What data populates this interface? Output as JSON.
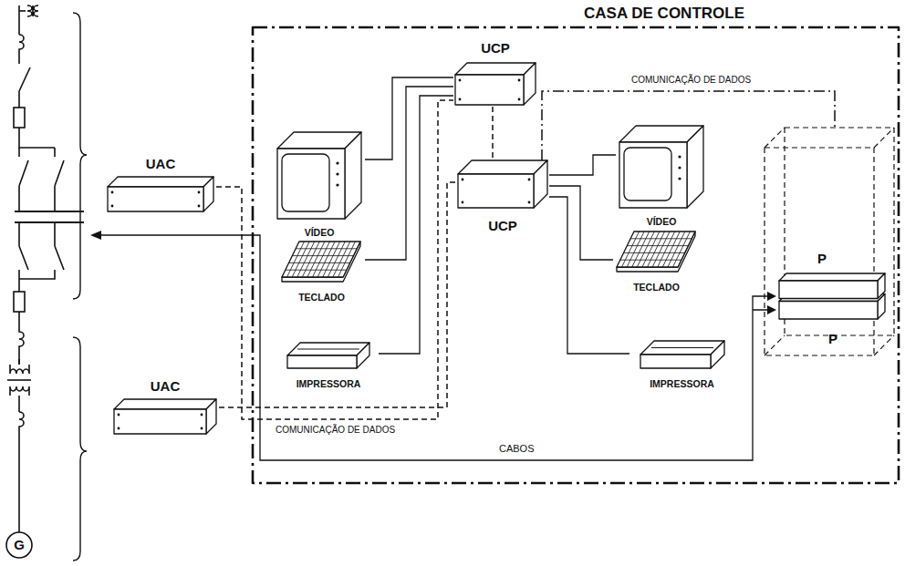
{
  "diagram": {
    "nodes": [
      {
        "text": [
          "CASA DE CONTROLE"
        ]
      },
      {
        "text": [
          "UAC"
        ]
      },
      {
        "text": [
          "UAC"
        ]
      },
      {
        "text": [
          "UCP"
        ],
        "in": 0
      },
      {
        "text": [
          "UCP"
        ],
        "in": 0
      },
      {
        "text": [
          "VÍDEO"
        ],
        "in": 0
      },
      {
        "text": [
          "TECLADO"
        ],
        "in": 0
      },
      {
        "text": [
          "IMPRESSORA"
        ],
        "in": 0
      },
      {
        "text": [
          "VÍDEO"
        ],
        "in": 0
      },
      {
        "text": [
          "TECLADO"
        ],
        "in": 0
      },
      {
        "text": [
          "IMPRESSORA"
        ],
        "in": 0
      },
      {
        "text": [
          "P"
        ],
        "in": 0
      },
      {
        "text": [
          "P"
        ],
        "in": 11
      },
      {
        "text": [
          "G"
        ]
      }
    ],
    "edges": [
      {
        "from": 3,
        "to": 5,
        "arrow": "none"
      },
      {
        "from": 3,
        "to": 6,
        "arrow": "none"
      },
      {
        "from": 3,
        "to": 7,
        "arrow": "none"
      },
      {
        "from": 3,
        "to": 4,
        "arrow": "none"
      },
      {
        "from": 4,
        "to": 8,
        "arrow": "none"
      },
      {
        "from": 4,
        "to": 9,
        "arrow": "none"
      },
      {
        "from": 4,
        "to": 10,
        "arrow": "none"
      },
      {
        "from": 1,
        "to": 3,
        "arrow": "none"
      },
      {
        "from": 2,
        "to": 4,
        "arrow": "none"
      },
      {
        "from": 4,
        "to": 11,
        "arrow": "none"
      }
    ],
    "labels": [
      "COMUNICAÇÃO DE DADOS",
      "COMUNICAÇÃO DE DADOS",
      "CABOS"
    ]
  }
}
